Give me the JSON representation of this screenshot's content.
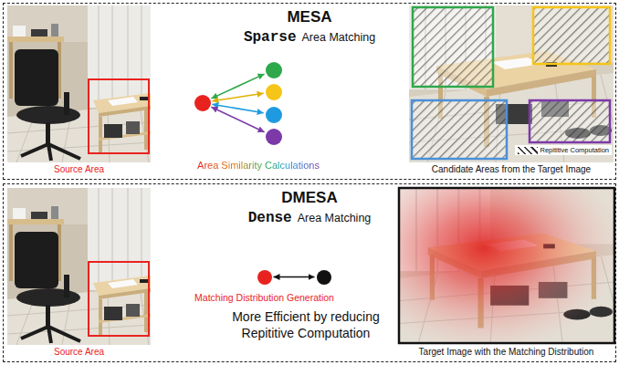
{
  "diagram": {
    "nodes": [
      {
        "text": [
          "MESA",
          "Sparse",
          "Area Matching"
        ]
      },
      {
        "text": [
          "Source Area"
        ],
        "in": 0
      },
      {
        "text": [],
        "in": 0
      },
      {
        "text": [],
        "in": 0
      },
      {
        "text": [],
        "in": 0
      },
      {
        "text": [],
        "in": 0
      },
      {
        "text": [],
        "in": 0
      },
      {
        "text": [
          "Candidate Areas from the Target Image"
        ],
        "in": 0
      },
      {
        "text": [
          "DMESA",
          "Dense",
          "Area Matching"
        ]
      },
      {
        "text": [
          "Source Area"
        ],
        "in": 8
      },
      {
        "text": [
          "Matching Distribution Generation"
        ],
        "in": 8
      },
      {
        "text": [],
        "in": 8
      },
      {
        "text": [
          "Target Image with the Matching Distribution"
        ],
        "in": 8
      }
    ],
    "edges": [
      {
        "from": 2,
        "to": 3,
        "arrow": "both"
      },
      {
        "from": 2,
        "to": 4,
        "arrow": "both"
      },
      {
        "from": 2,
        "to": 5,
        "arrow": "both"
      },
      {
        "from": 2,
        "to": 6,
        "arrow": "both"
      },
      {
        "from": 10,
        "to": 11,
        "arrow": "both"
      }
    ],
    "labels": [
      "Area Similarity Calculations",
      "More Efficient by reducing Repititive Computation"
    ],
    "legend": [
      {
        "text": "Repititive Computation"
      }
    ]
  }
}
